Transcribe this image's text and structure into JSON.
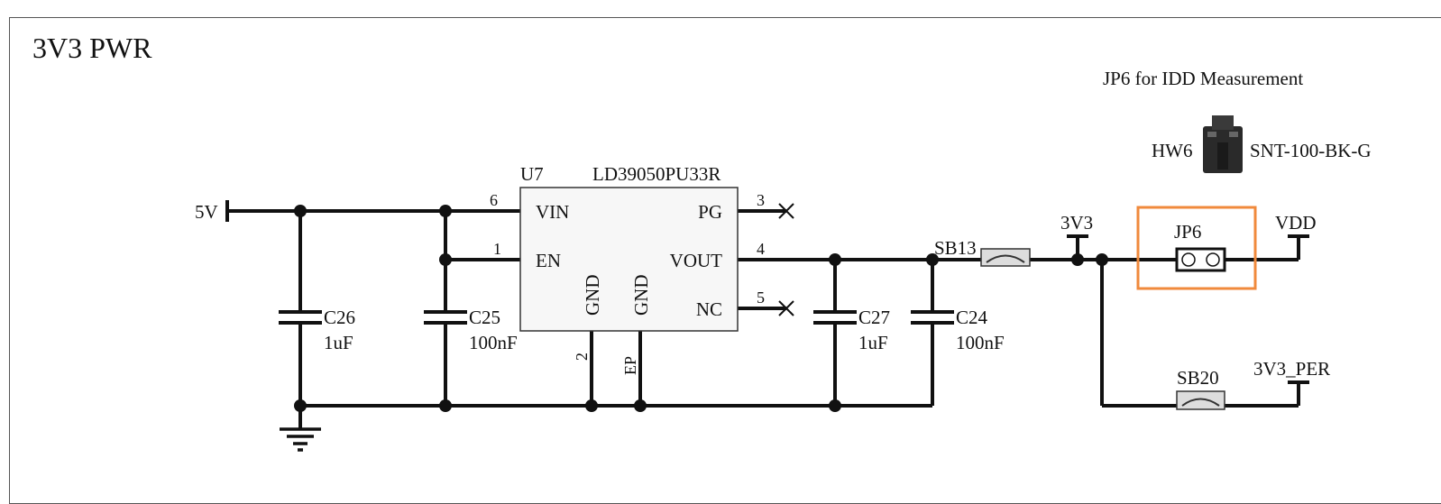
{
  "title": "3V3 PWR",
  "note": "JP6 for IDD Measurement",
  "colors": {
    "highlight": "#f08a3c",
    "wire": "#111111",
    "chip_fill": "#f7f7f7"
  },
  "jumper_hw": {
    "ref": "HW6",
    "part": "SNT-100-BK-G"
  },
  "regulator": {
    "ref": "U7",
    "part": "LD39050PU33R",
    "pins": {
      "vin": {
        "name": "VIN",
        "num": "6"
      },
      "en": {
        "name": "EN",
        "num": "1"
      },
      "gnd1": {
        "name": "GND",
        "num": "2"
      },
      "gnd2": {
        "name": "GND",
        "num": "EP"
      },
      "pg": {
        "name": "PG",
        "num": "3"
      },
      "vout": {
        "name": "VOUT",
        "num": "4"
      },
      "nc": {
        "name": "NC",
        "num": "5"
      }
    }
  },
  "nets": {
    "in": "5V",
    "out": "3V3",
    "vdd": "VDD",
    "per": "3V3_PER"
  },
  "capacitors": {
    "c26": {
      "ref": "C26",
      "value": "1uF"
    },
    "c25": {
      "ref": "C25",
      "value": "100nF"
    },
    "c27": {
      "ref": "C27",
      "value": "1uF"
    },
    "c24": {
      "ref": "C24",
      "value": "100nF"
    }
  },
  "bridges": {
    "sb13": "SB13",
    "sb20": "SB20"
  },
  "jumper": {
    "ref": "JP6"
  }
}
